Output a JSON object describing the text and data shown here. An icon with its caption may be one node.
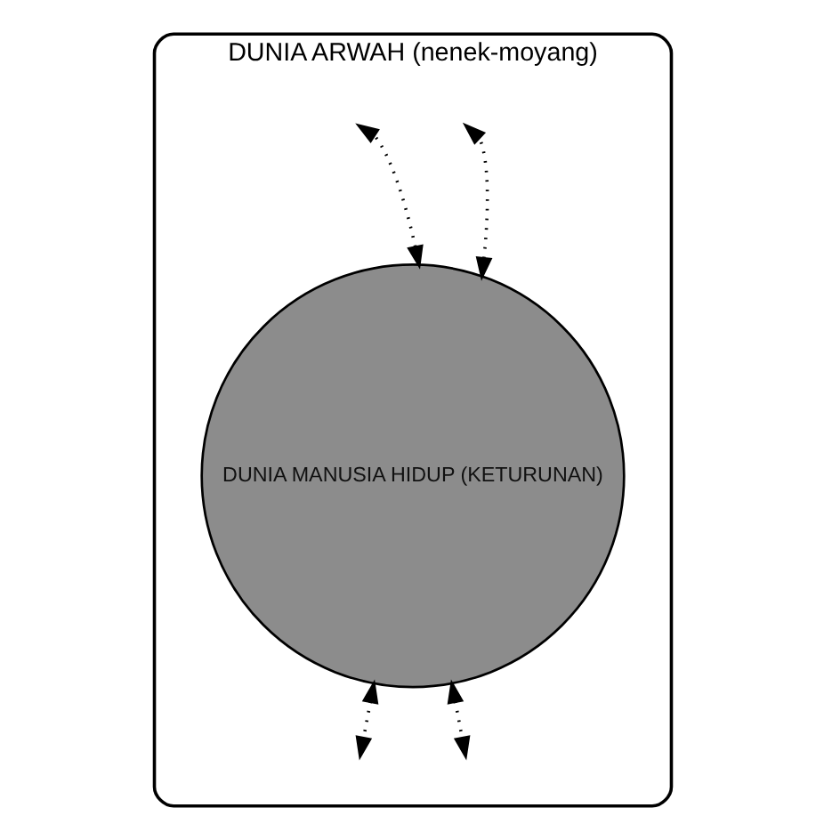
{
  "diagram": {
    "nodes": [
      {
        "text": [
          "DUNIA ARWAH (nenek-moyang)"
        ]
      },
      {
        "text": [
          "DUNIA MANUSIA HIDUP (KETURUNAN)"
        ],
        "in": 0
      }
    ],
    "edges": [
      {
        "from": 1,
        "to": null,
        "arrow": "both",
        "style": "dashed"
      },
      {
        "from": 1,
        "to": null,
        "arrow": "both",
        "style": "dashed"
      },
      {
        "from": 1,
        "to": null,
        "arrow": "both",
        "style": "dashed"
      },
      {
        "from": 1,
        "to": null,
        "arrow": "both",
        "style": "dashed"
      }
    ]
  }
}
